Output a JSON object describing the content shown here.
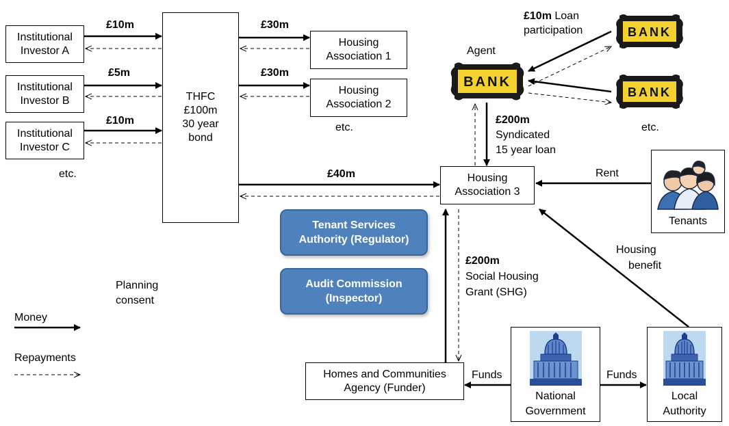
{
  "investors": [
    {
      "line1": "Institutional",
      "line2": "Investor A",
      "amount": "£10m"
    },
    {
      "line1": "Institutional",
      "line2": "Investor B",
      "amount": "£5m"
    },
    {
      "line1": "Institutional",
      "line2": "Investor C",
      "amount": "£10m"
    }
  ],
  "investors_etc": "etc.",
  "thfc": {
    "line1": "THFC",
    "line2": "£100m",
    "line3": "30 year",
    "line4": "bond"
  },
  "housing_associations": [
    {
      "line1": "Housing",
      "line2": "Association 1",
      "amount": "£30m"
    },
    {
      "line1": "Housing",
      "line2": "Association 2",
      "amount": "£30m"
    }
  ],
  "ha_etc": "etc.",
  "ha3": {
    "line1": "Housing",
    "line2": "Association 3",
    "amount": "£40m"
  },
  "banks": {
    "word": "BANK",
    "agent_label": "Agent",
    "participation_amount": "£10m",
    "participation_text": "Loan",
    "participation_line2": "participation",
    "etc": "etc."
  },
  "syndicated": {
    "amount": "£200m",
    "line1": "Syndicated",
    "line2": "15 year loan"
  },
  "rent_label": "Rent",
  "tenants_label": "Tenants",
  "regulators": {
    "tsa_line1": "Tenant Services",
    "tsa_line2": "Authority (Regulator)",
    "ac_line1": "Audit Commission",
    "ac_line2": "(Inspector)"
  },
  "shg": {
    "amount": "£200m",
    "line1": "Social Housing",
    "line2": "Grant (SHG)"
  },
  "housing_benefit": {
    "line1": "Housing",
    "line2": "benefit"
  },
  "planning": {
    "line1": "Planning",
    "line2": "consent"
  },
  "legend": {
    "money": "Money",
    "repayments": "Repayments"
  },
  "hca": {
    "line1": "Homes and Communities",
    "line2": "Agency (Funder)"
  },
  "funds_label": "Funds",
  "national_gov": {
    "line1": "National",
    "line2": "Government"
  },
  "local_auth": {
    "line1": "Local",
    "line2": "Authority"
  },
  "colors": {
    "regulator_fill": "#4f81bd",
    "bank_fill": "#f3d22f",
    "line": "#000000"
  }
}
